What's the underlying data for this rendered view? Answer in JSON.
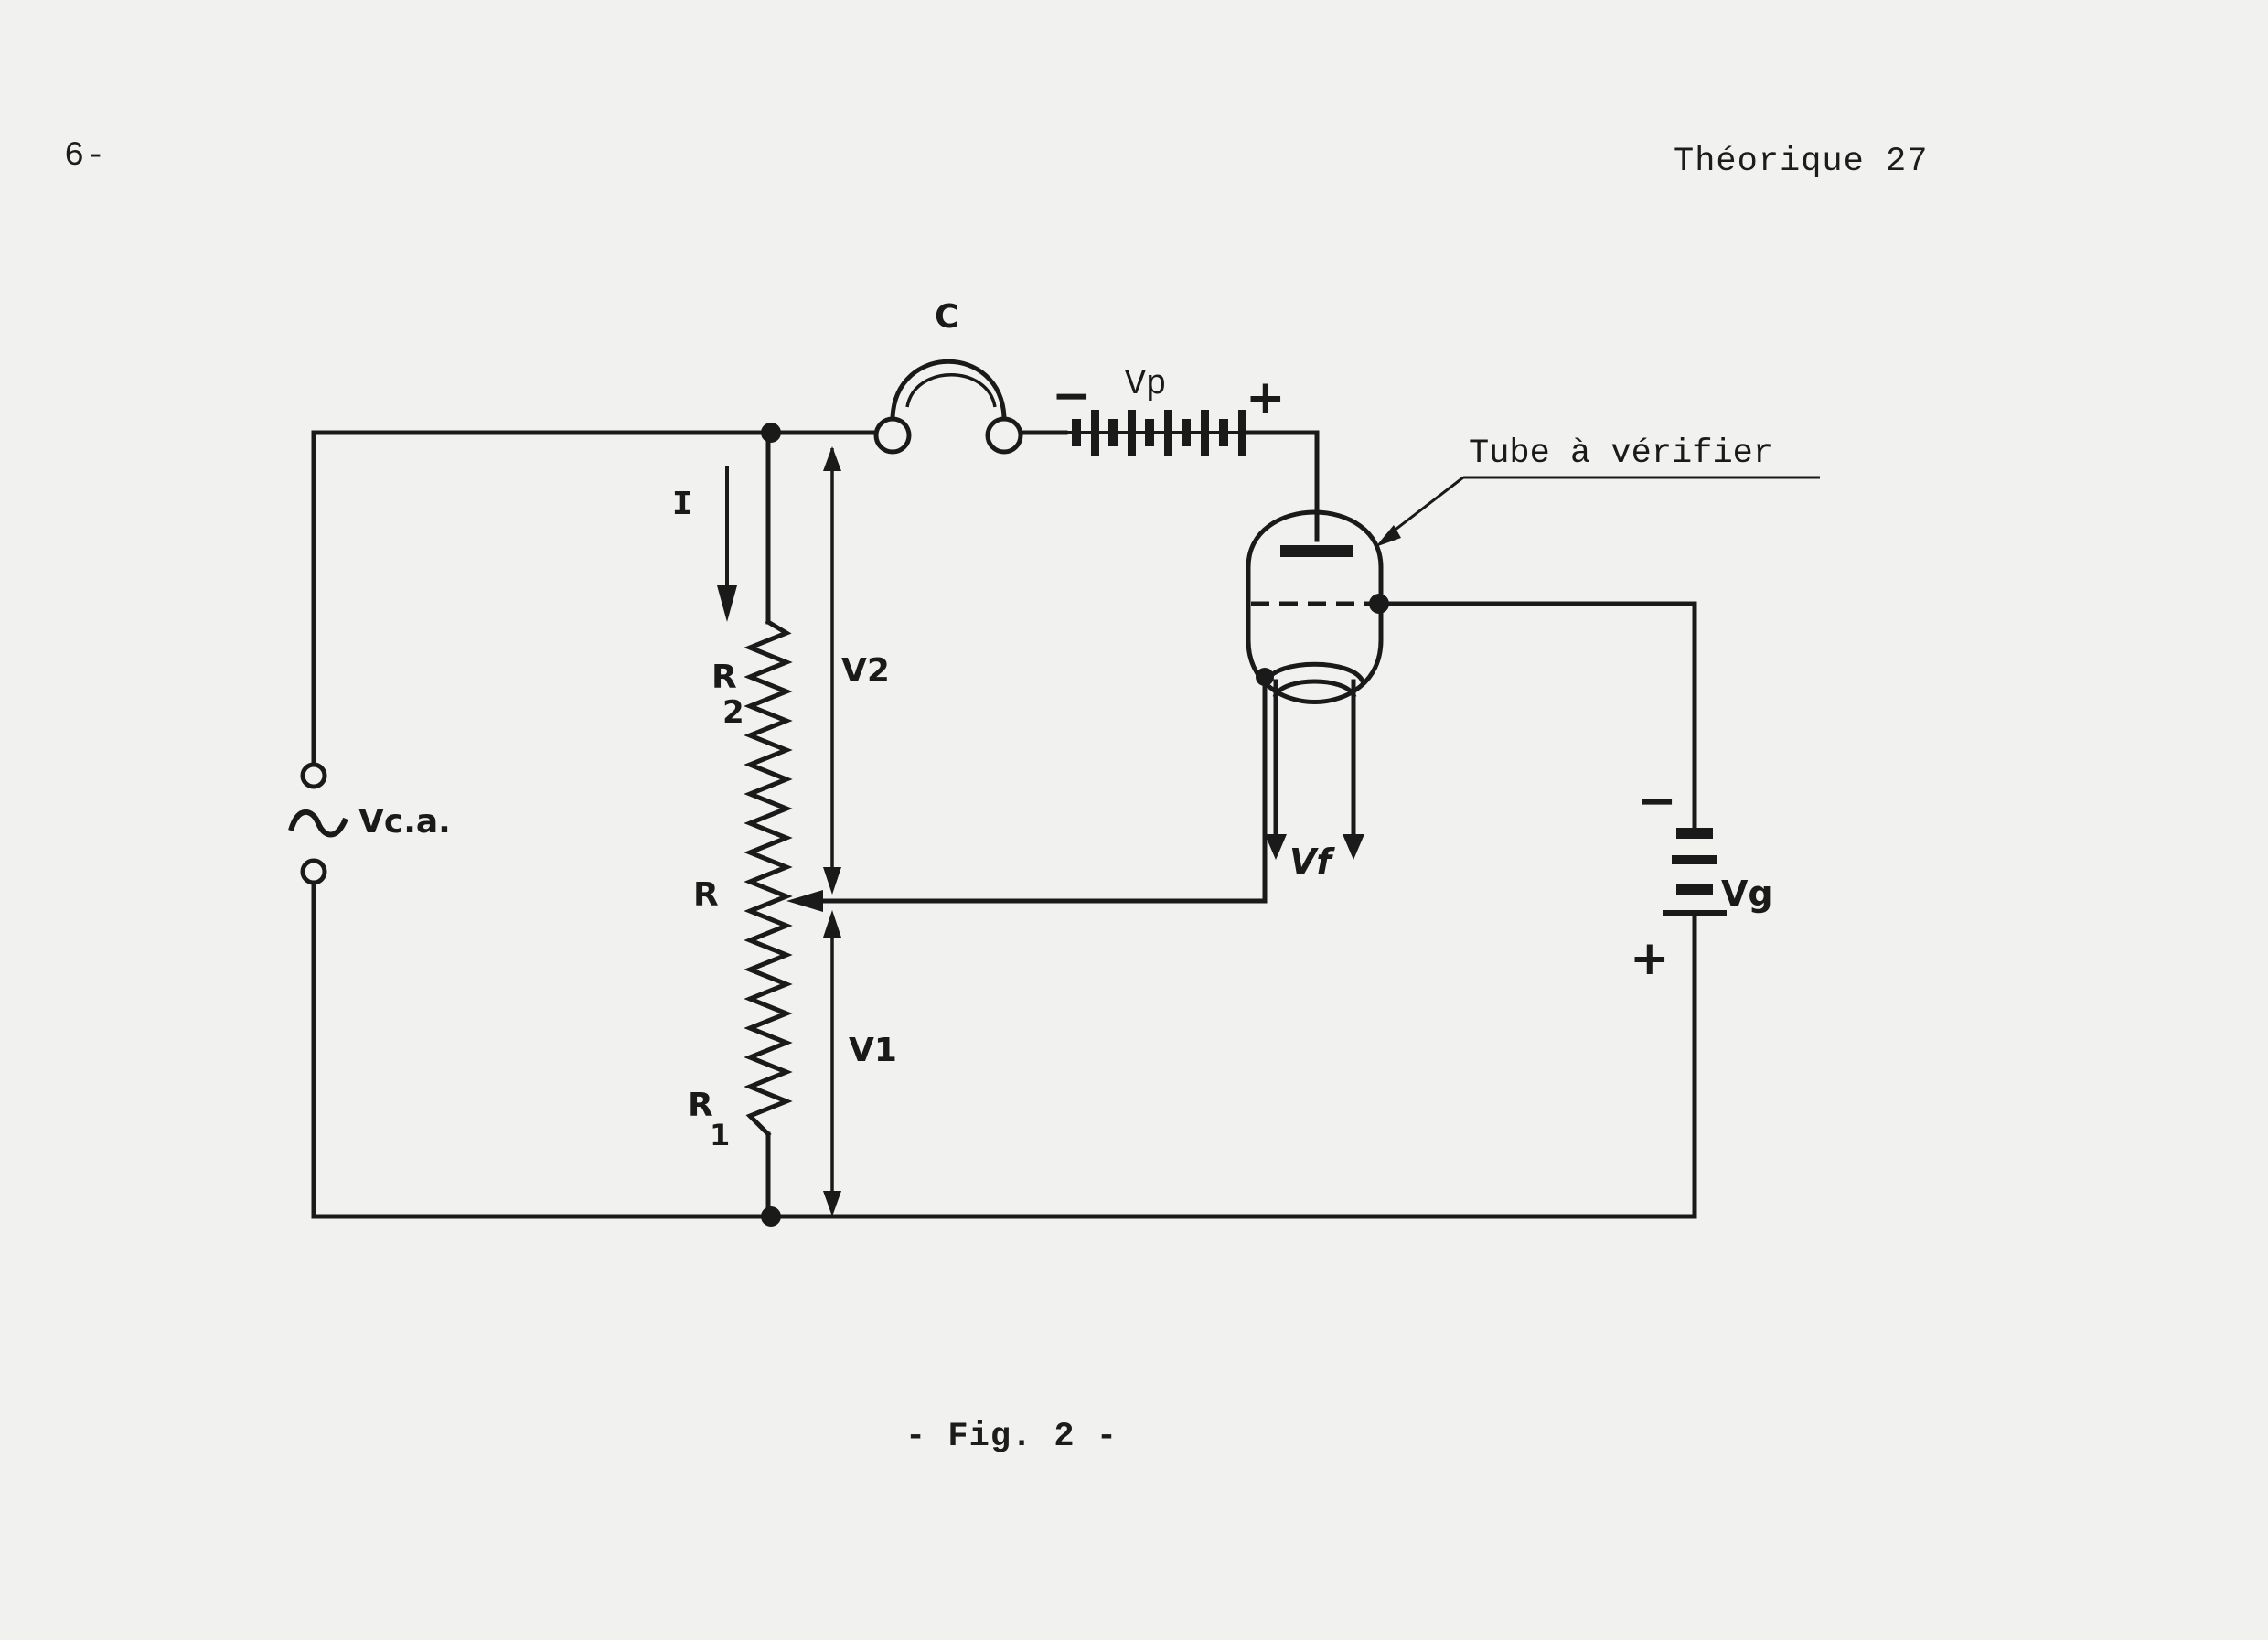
{
  "header": {
    "page_number": "6-",
    "running_title": "Théorique 27"
  },
  "figure": {
    "caption": "- Fig. 2 -",
    "labels": {
      "capacitor": "C",
      "plate_supply": "Vp",
      "plate_minus": "−",
      "plate_plus": "+",
      "tube": "Tube à vérifier",
      "current": "I",
      "r2_letter": "R",
      "r2_sub": "2",
      "v2": "V2",
      "v1": "V1",
      "wiper": "R",
      "r1_letter": "R",
      "r1_sub": "1",
      "ac_source": "Vc.a.",
      "filament": "Vf",
      "grid_supply": "Vg",
      "grid_minus": "−",
      "grid_plus": "+"
    }
  },
  "icons": {
    "ac": "ac-source-icon",
    "battery": "battery-icon",
    "resistor": "resistor-icon",
    "tube": "vacuum-tube-icon"
  }
}
